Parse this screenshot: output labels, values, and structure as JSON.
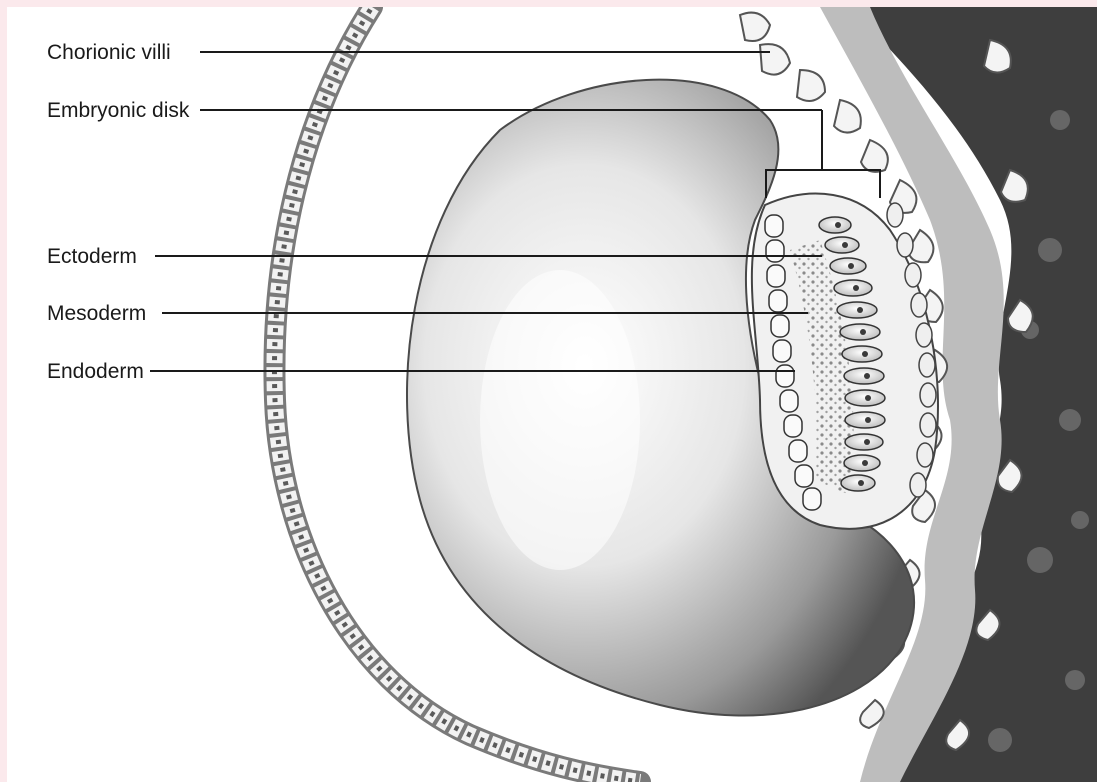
{
  "labels": {
    "chorionic_villi": "Chorionic villi",
    "embryonic_disk": "Embryonic disk",
    "ectoderm": "Ectoderm",
    "mesoderm": "Mesoderm",
    "endoderm": "Endoderm"
  }
}
